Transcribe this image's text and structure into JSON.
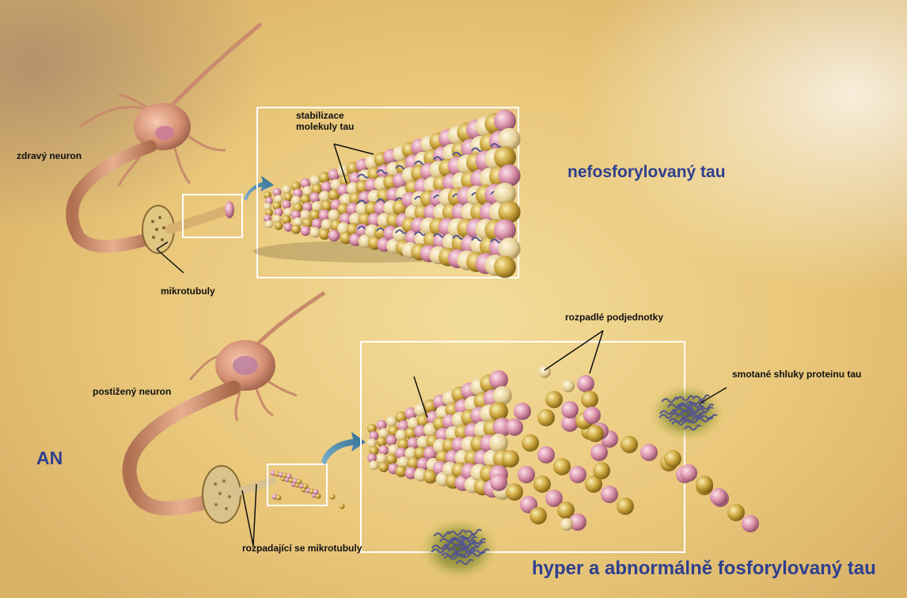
{
  "labels": {
    "healthy_neuron": "zdravý neuron",
    "microtubules": "mikrotubuly",
    "tau_stabilization": "stabilizace molekuly tau",
    "non_phosphorylated_tau": "nefosforylovaný tau",
    "affected_neuron": "postižený neuron",
    "an": "AN",
    "disintegrated_subunits": "rozpadlé podjednotky",
    "tangled_tau_clusters": "smotané shluky proteinu tau",
    "disintegrating_microtubules": "rozpadající se mikrotubuly",
    "hyperphosphorylated_tau": "hyper a abnormálně fosforylovaný tau"
  },
  "colors": {
    "heading": "#2e3f8f",
    "bead_pink": "#d98fa8",
    "bead_gold": "#c9a23a",
    "tau_strand": "#55568f",
    "neuron": "#d89a7c",
    "frame": "#ffffff"
  }
}
